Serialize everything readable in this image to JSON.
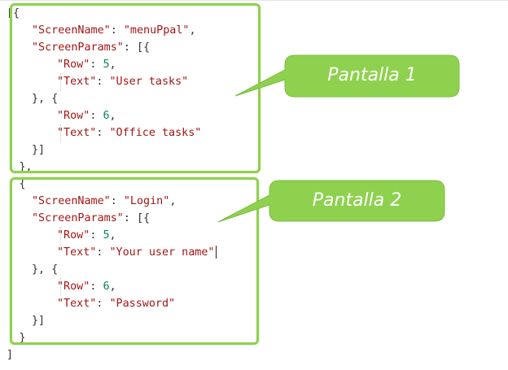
{
  "editor": {
    "lines": [
      {
        "indent": 0,
        "tokens": [
          {
            "t": "p",
            "v": "[{"
          }
        ]
      },
      {
        "indent": 1,
        "tokens": [
          {
            "t": "k",
            "v": "\"ScreenName\""
          },
          {
            "t": "p",
            "v": ": "
          },
          {
            "t": "s",
            "v": "\"menuPpal\""
          },
          {
            "t": "p",
            "v": ","
          }
        ]
      },
      {
        "indent": 1,
        "tokens": [
          {
            "t": "k",
            "v": "\"ScreenParams\""
          },
          {
            "t": "p",
            "v": ": [{"
          }
        ]
      },
      {
        "indent": 2,
        "tokens": [
          {
            "t": "k",
            "v": "\"Row\""
          },
          {
            "t": "p",
            "v": ": "
          },
          {
            "t": "n",
            "v": "5"
          },
          {
            "t": "p",
            "v": ","
          }
        ]
      },
      {
        "indent": 2,
        "tokens": [
          {
            "t": "k",
            "v": "\"Text\""
          },
          {
            "t": "p",
            "v": ": "
          },
          {
            "t": "s",
            "v": "\"User tasks\""
          }
        ]
      },
      {
        "indent": 1,
        "tokens": [
          {
            "t": "p",
            "v": "}, {"
          }
        ]
      },
      {
        "indent": 2,
        "tokens": [
          {
            "t": "k",
            "v": "\"Row\""
          },
          {
            "t": "p",
            "v": ": "
          },
          {
            "t": "n",
            "v": "6"
          },
          {
            "t": "p",
            "v": ","
          }
        ]
      },
      {
        "indent": 2,
        "tokens": [
          {
            "t": "k",
            "v": "\"Text\""
          },
          {
            "t": "p",
            "v": ": "
          },
          {
            "t": "s",
            "v": "\"Office tasks\""
          }
        ]
      },
      {
        "indent": 1,
        "tokens": [
          {
            "t": "p",
            "v": "}]"
          }
        ]
      },
      {
        "indent": 0.5,
        "tokens": [
          {
            "t": "p",
            "v": "},"
          }
        ]
      },
      {
        "indent": 0.5,
        "tokens": [
          {
            "t": "p",
            "v": "{"
          }
        ]
      },
      {
        "indent": 1,
        "tokens": [
          {
            "t": "k",
            "v": "\"ScreenName\""
          },
          {
            "t": "p",
            "v": ": "
          },
          {
            "t": "s",
            "v": "\"Login\""
          },
          {
            "t": "p",
            "v": ","
          }
        ]
      },
      {
        "indent": 1,
        "tokens": [
          {
            "t": "k",
            "v": "\"ScreenParams\""
          },
          {
            "t": "p",
            "v": ": [{"
          }
        ]
      },
      {
        "indent": 2,
        "tokens": [
          {
            "t": "k",
            "v": "\"Row\""
          },
          {
            "t": "p",
            "v": ": "
          },
          {
            "t": "n",
            "v": "5"
          },
          {
            "t": "p",
            "v": ","
          }
        ]
      },
      {
        "indent": 2,
        "tokens": [
          {
            "t": "k",
            "v": "\"Text\""
          },
          {
            "t": "p",
            "v": ": "
          },
          {
            "t": "s",
            "v": "\"Your user name\""
          }
        ],
        "caret": true
      },
      {
        "indent": 1,
        "tokens": [
          {
            "t": "p",
            "v": "}, {"
          }
        ]
      },
      {
        "indent": 2,
        "tokens": [
          {
            "t": "k",
            "v": "\"Row\""
          },
          {
            "t": "p",
            "v": ": "
          },
          {
            "t": "n",
            "v": "6"
          },
          {
            "t": "p",
            "v": ","
          }
        ]
      },
      {
        "indent": 2,
        "tokens": [
          {
            "t": "k",
            "v": "\"Text\""
          },
          {
            "t": "p",
            "v": ": "
          },
          {
            "t": "s",
            "v": "\"Password\""
          }
        ]
      },
      {
        "indent": 1,
        "tokens": [
          {
            "t": "p",
            "v": "}]"
          }
        ]
      },
      {
        "indent": 0.5,
        "tokens": [
          {
            "t": "p",
            "v": "}"
          }
        ]
      },
      {
        "indent": 0,
        "tokens": [
          {
            "t": "p",
            "v": "]"
          }
        ]
      }
    ]
  },
  "callouts": {
    "screen1_label": "Pantalla 1",
    "screen2_label": "Pantalla 2"
  },
  "colors": {
    "highlight_green": "#8ed14e",
    "callout_fill": "#8ed14e",
    "key_string": "#a31515",
    "number": "#098658",
    "punctuation": "#333333"
  }
}
